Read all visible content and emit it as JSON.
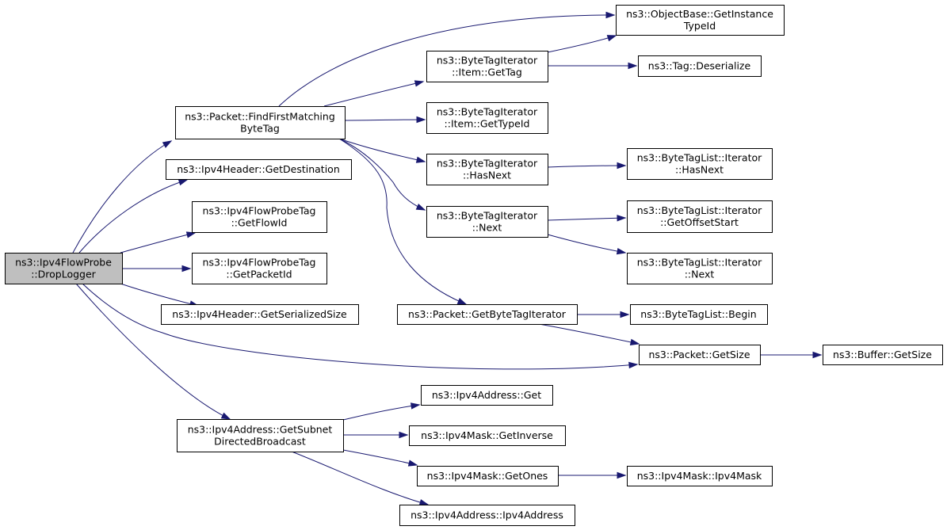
{
  "colors": {
    "edge": "#191970",
    "node_border": "#000000",
    "node_fill": "#ffffff",
    "root_fill": "#bfbfbf"
  },
  "nodes": [
    {
      "id": "droplogger",
      "lines": [
        "ns3::Ipv4FlowProbe",
        "::DropLogger"
      ],
      "root": true
    },
    {
      "id": "findfirst",
      "lines": [
        "ns3::Packet::FindFirstMatching",
        "ByteTag"
      ]
    },
    {
      "id": "getdest",
      "lines": [
        "ns3::Ipv4Header::GetDestination"
      ]
    },
    {
      "id": "getflowid",
      "lines": [
        "ns3::Ipv4FlowProbeTag",
        "::GetFlowId"
      ]
    },
    {
      "id": "getpacketid",
      "lines": [
        "ns3::Ipv4FlowProbeTag",
        "::GetPacketId"
      ]
    },
    {
      "id": "getserial",
      "lines": [
        "ns3::Ipv4Header::GetSerializedSize"
      ]
    },
    {
      "id": "getsubnet",
      "lines": [
        "ns3::Ipv4Address::GetSubnet",
        "DirectedBroadcast"
      ]
    },
    {
      "id": "objbase",
      "lines": [
        "ns3::ObjectBase::GetInstance",
        "TypeId"
      ]
    },
    {
      "id": "gettag",
      "lines": [
        "ns3::ByteTagIterator",
        "::Item::GetTag"
      ]
    },
    {
      "id": "tagdeser",
      "lines": [
        "ns3::Tag::Deserialize"
      ]
    },
    {
      "id": "gettypeid",
      "lines": [
        "ns3::ByteTagIterator",
        "::Item::GetTypeId"
      ]
    },
    {
      "id": "hasnext",
      "lines": [
        "ns3::ByteTagIterator",
        "::HasNext"
      ]
    },
    {
      "id": "listhasnext",
      "lines": [
        "ns3::ByteTagList::Iterator",
        "::HasNext"
      ]
    },
    {
      "id": "next",
      "lines": [
        "ns3::ByteTagIterator",
        "::Next"
      ]
    },
    {
      "id": "getoffset",
      "lines": [
        "ns3::ByteTagList::Iterator",
        "::GetOffsetStart"
      ]
    },
    {
      "id": "listnext",
      "lines": [
        "ns3::ByteTagList::Iterator",
        "::Next"
      ]
    },
    {
      "id": "getbtiter",
      "lines": [
        "ns3::Packet::GetByteTagIterator"
      ]
    },
    {
      "id": "begin",
      "lines": [
        "ns3::ByteTagList::Begin"
      ]
    },
    {
      "id": "getsize",
      "lines": [
        "ns3::Packet::GetSize"
      ]
    },
    {
      "id": "bufsize",
      "lines": [
        "ns3::Buffer::GetSize"
      ]
    },
    {
      "id": "addrget",
      "lines": [
        "ns3::Ipv4Address::Get"
      ]
    },
    {
      "id": "getinverse",
      "lines": [
        "ns3::Ipv4Mask::GetInverse"
      ]
    },
    {
      "id": "getones",
      "lines": [
        "ns3::Ipv4Mask::GetOnes"
      ]
    },
    {
      "id": "maskctor",
      "lines": [
        "ns3::Ipv4Mask::Ipv4Mask"
      ]
    },
    {
      "id": "addrctor",
      "lines": [
        "ns3::Ipv4Address::Ipv4Address"
      ]
    }
  ],
  "edges": [
    {
      "from": "droplogger",
      "to": "findfirst"
    },
    {
      "from": "droplogger",
      "to": "getdest"
    },
    {
      "from": "droplogger",
      "to": "getflowid"
    },
    {
      "from": "droplogger",
      "to": "getpacketid"
    },
    {
      "from": "droplogger",
      "to": "getserial"
    },
    {
      "from": "droplogger",
      "to": "getsize"
    },
    {
      "from": "droplogger",
      "to": "getsubnet"
    },
    {
      "from": "findfirst",
      "to": "objbase"
    },
    {
      "from": "findfirst",
      "to": "gettag"
    },
    {
      "from": "findfirst",
      "to": "gettypeid"
    },
    {
      "from": "findfirst",
      "to": "hasnext"
    },
    {
      "from": "findfirst",
      "to": "next"
    },
    {
      "from": "findfirst",
      "to": "getbtiter"
    },
    {
      "from": "gettag",
      "to": "objbase"
    },
    {
      "from": "gettag",
      "to": "tagdeser"
    },
    {
      "from": "hasnext",
      "to": "listhasnext"
    },
    {
      "from": "next",
      "to": "getoffset"
    },
    {
      "from": "next",
      "to": "listnext"
    },
    {
      "from": "getbtiter",
      "to": "begin"
    },
    {
      "from": "getbtiter",
      "to": "getsize"
    },
    {
      "from": "getsize",
      "to": "bufsize"
    },
    {
      "from": "getsubnet",
      "to": "addrget"
    },
    {
      "from": "getsubnet",
      "to": "getinverse"
    },
    {
      "from": "getsubnet",
      "to": "getones"
    },
    {
      "from": "getsubnet",
      "to": "addrctor"
    },
    {
      "from": "getones",
      "to": "maskctor"
    }
  ]
}
